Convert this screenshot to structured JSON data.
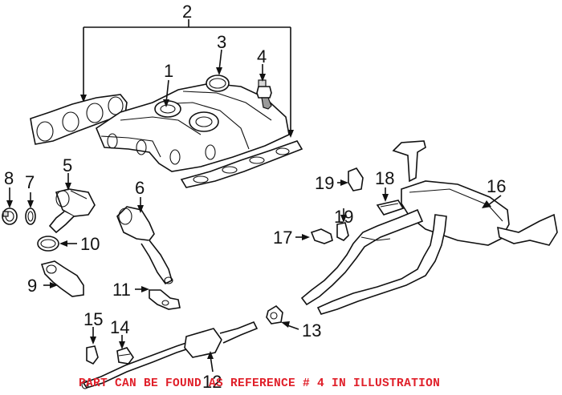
{
  "callouts": {
    "c1": "1",
    "c2": "2",
    "c3": "3",
    "c4": "4",
    "c5": "5",
    "c6": "6",
    "c7": "7",
    "c8": "8",
    "c9": "9",
    "c10": "10",
    "c11": "11",
    "c12": "12",
    "c13": "13",
    "c14": "14",
    "c15": "15",
    "c16": "16",
    "c17": "17",
    "c18": "18",
    "c19a": "19",
    "c19b": "19"
  },
  "note": "PART CAN BE FOUND AS REFERENCE # 4 IN ILLUSTRATION",
  "colors": {
    "note": "#e0202a",
    "line": "#111111",
    "background": "#ffffff"
  }
}
